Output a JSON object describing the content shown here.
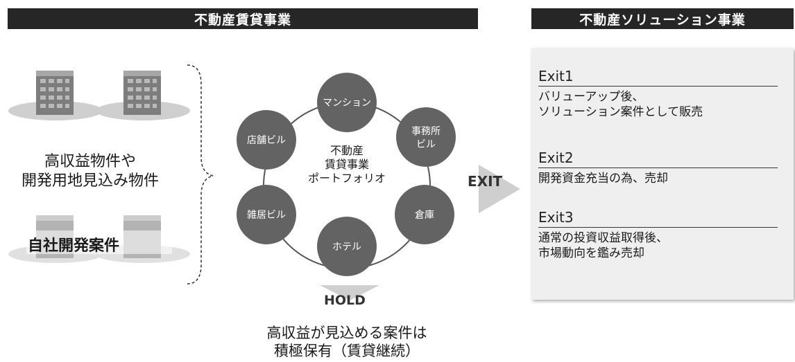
{
  "header": {
    "left_title": "不動産賃貸事業",
    "right_title": "不動産ソリューション事業"
  },
  "left": {
    "assets_label_line1": "高収益物件や",
    "assets_label_line2": "開発用地見込み物件",
    "development_label": "自社開発案件"
  },
  "portfolio": {
    "center_line1": "不動産",
    "center_line2": "賃貸事業",
    "center_line3": "ポートフォリオ",
    "nodes": {
      "mansion": "マンション",
      "office_line1": "事務所",
      "office_line2": "ビル",
      "warehouse": "倉庫",
      "hotel": "ホテル",
      "mixed": "雑居ビル",
      "retail": "店舗ビル"
    }
  },
  "flows": {
    "exit_label": "EXIT",
    "hold_label": "HOLD",
    "hold_caption_line1": "高収益が見込める案件は",
    "hold_caption_line2": "積極保有（賃貸継続）"
  },
  "exits": [
    {
      "title": "Exit1",
      "line1": "バリューアップ後、",
      "line2": "ソリューション案件として販売"
    },
    {
      "title": "Exit2",
      "line1": "開発資金充当の為、売却",
      "line2": ""
    },
    {
      "title": "Exit3",
      "line1": "通常の投資収益取得後、",
      "line2": "市場動向を鑑み売却"
    }
  ],
  "colors": {
    "header_bg": "#262626",
    "node_fill": "#636363",
    "panel_bg": "#efefef",
    "arrow": "#cfcfcf"
  }
}
